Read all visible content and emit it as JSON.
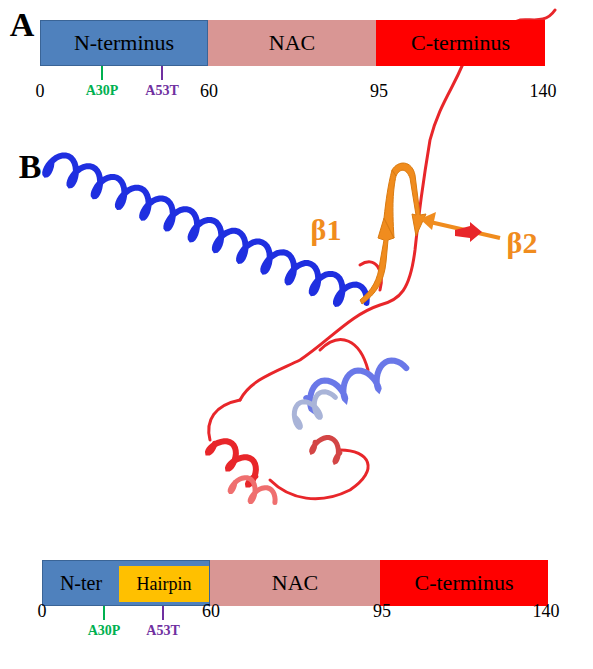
{
  "diagram": {
    "nodes": [
      {
        "text": [
          "N-terminus"
        ]
      },
      {
        "text": [
          "NAC"
        ]
      },
      {
        "text": [
          "C-terminus"
        ]
      },
      {
        "text": [
          "N-ter"
        ]
      },
      {
        "text": [
          "Hairpin"
        ],
        "in": 3
      },
      {
        "text": [
          "NAC"
        ]
      },
      {
        "text": [
          "C-terminus"
        ]
      }
    ],
    "labels": [
      "A",
      "B",
      "0",
      "60",
      "95",
      "140",
      "A30P",
      "A53T",
      "β1",
      "β2",
      "0",
      "60",
      "95",
      "140",
      "A30P",
      "A53T"
    ]
  }
}
